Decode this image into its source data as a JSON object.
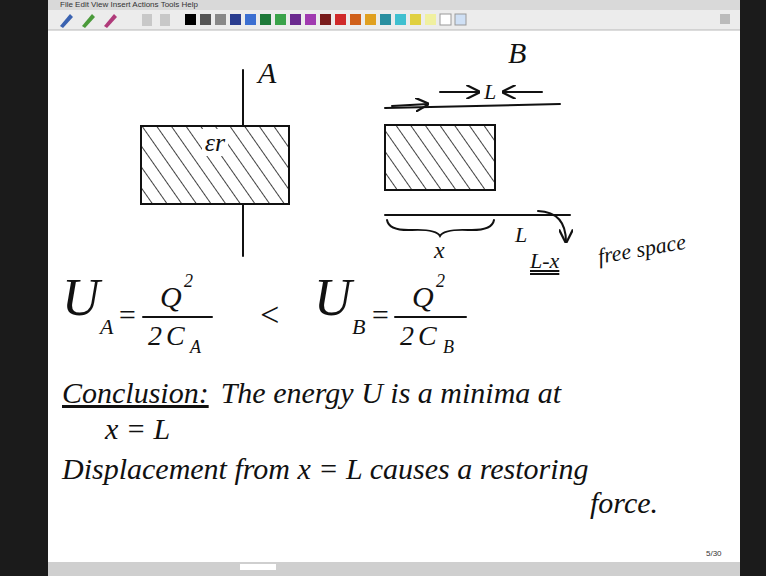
{
  "diagram": {
    "nodes": [
      {
        "text": [
          "εr"
        ]
      }
    ],
    "labels": [
      "File Edit View Insert Actions Tools Help",
      "A",
      "B",
      "L",
      "x",
      "L",
      "L-x",
      "free space",
      "U",
      "A",
      "=",
      "Q",
      "2",
      "2",
      "C",
      "A",
      "<",
      "U",
      "B",
      "=",
      "Q",
      "2",
      "2",
      "C",
      "B",
      "Conclusion:",
      "The energy U is a minima at",
      "x = L",
      "Displacement from x = L causes a restoring",
      "force.",
      "5/30"
    ]
  }
}
